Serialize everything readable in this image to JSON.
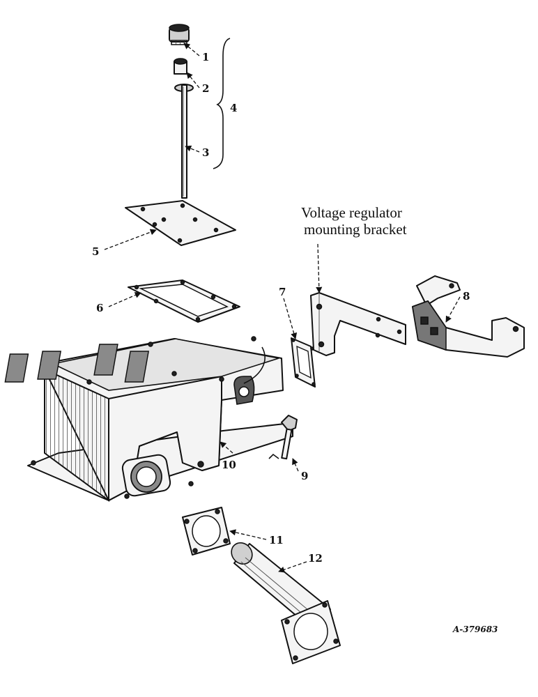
{
  "diagram": {
    "caption_line1": "Voltage regulator",
    "caption_line2": "mounting bracket",
    "reference": "A-379683",
    "callouts": [
      "1",
      "2",
      "3",
      "4",
      "5",
      "6",
      "7",
      "8",
      "9",
      "10",
      "11",
      "12"
    ]
  }
}
